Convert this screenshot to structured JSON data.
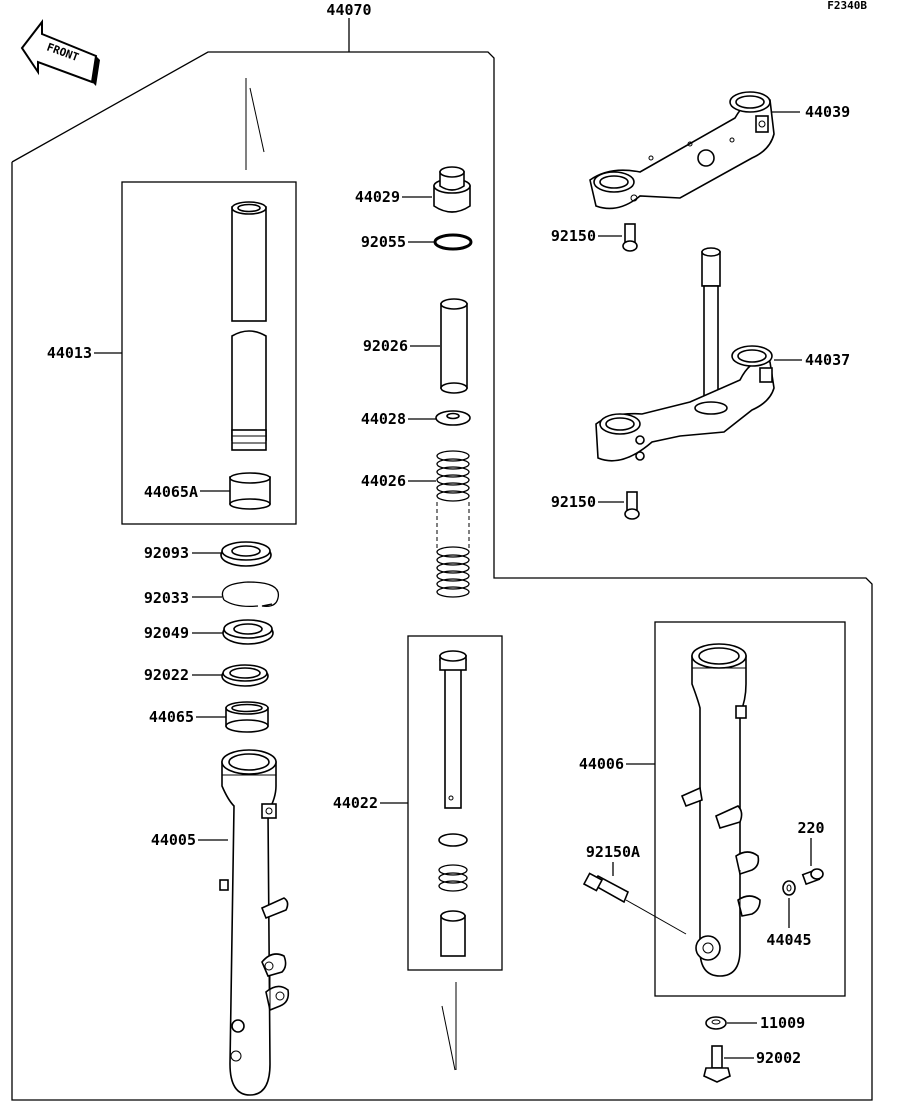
{
  "diagram": {
    "code": "F2340B",
    "front_label": "FRONT",
    "callouts": {
      "p44070": "44070",
      "p44013": "44013",
      "p44065A": "44065A",
      "p92093": "92093",
      "p92033": "92033",
      "p92049": "92049",
      "p92022": "92022",
      "p44065": "44065",
      "p44005": "44005",
      "p44029": "44029",
      "p92055": "92055",
      "p92026": "92026",
      "p44028": "44028",
      "p44026": "44026",
      "p44022": "44022",
      "p44039": "44039",
      "p92150_top": "92150",
      "p44037": "44037",
      "p92150_mid": "92150",
      "p44006": "44006",
      "p92150A": "92150A",
      "p220": "220",
      "p44045": "44045",
      "p11009": "11009",
      "p92002": "92002"
    }
  }
}
